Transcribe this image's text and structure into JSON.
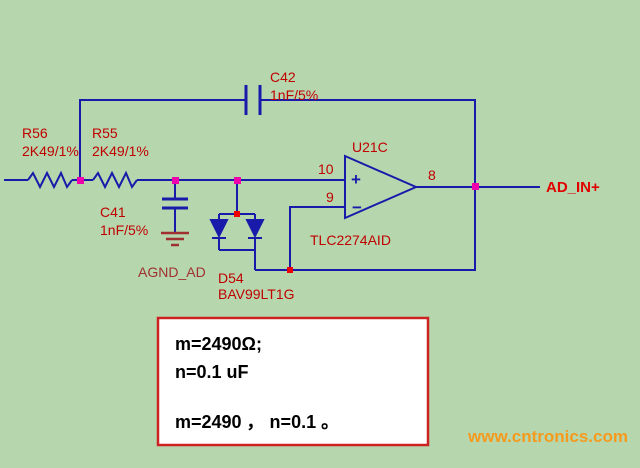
{
  "schematic": {
    "r56": {
      "ref": "R56",
      "value": "2K49/1%"
    },
    "r55": {
      "ref": "R55",
      "value": "2K49/1%"
    },
    "c42": {
      "ref": "C42",
      "value": "1nF/5%"
    },
    "c41": {
      "ref": "C41",
      "value": "1nF/5%"
    },
    "d54": {
      "ref": "D54",
      "value": "BAV99LT1G"
    },
    "opamp": {
      "ref": "U21C",
      "part": "TLC2274AID",
      "plus_sign": "+",
      "minus_sign": "−",
      "pin_noninverting": "10",
      "pin_inverting": "9",
      "pin_output": "8"
    },
    "ground_net": "AGND_AD",
    "output_net": "AD_IN+"
  },
  "note_box": {
    "line1": "m=2490Ω;",
    "line2": "n=0.1 uF",
    "line3": "m=2490 ， n=0.1 。"
  },
  "watermark": "www.cntronics.com",
  "colors": {
    "background": "#b6d7ae",
    "wire": "#1a1aaa",
    "label_red": "#c00000",
    "node_magenta": "#ee00aa",
    "junction_red": "#ee0000",
    "ground_brown": "#a03030",
    "note_border": "#cc2222",
    "note_text": "#000000",
    "watermark_orange": "#f59a1d"
  }
}
